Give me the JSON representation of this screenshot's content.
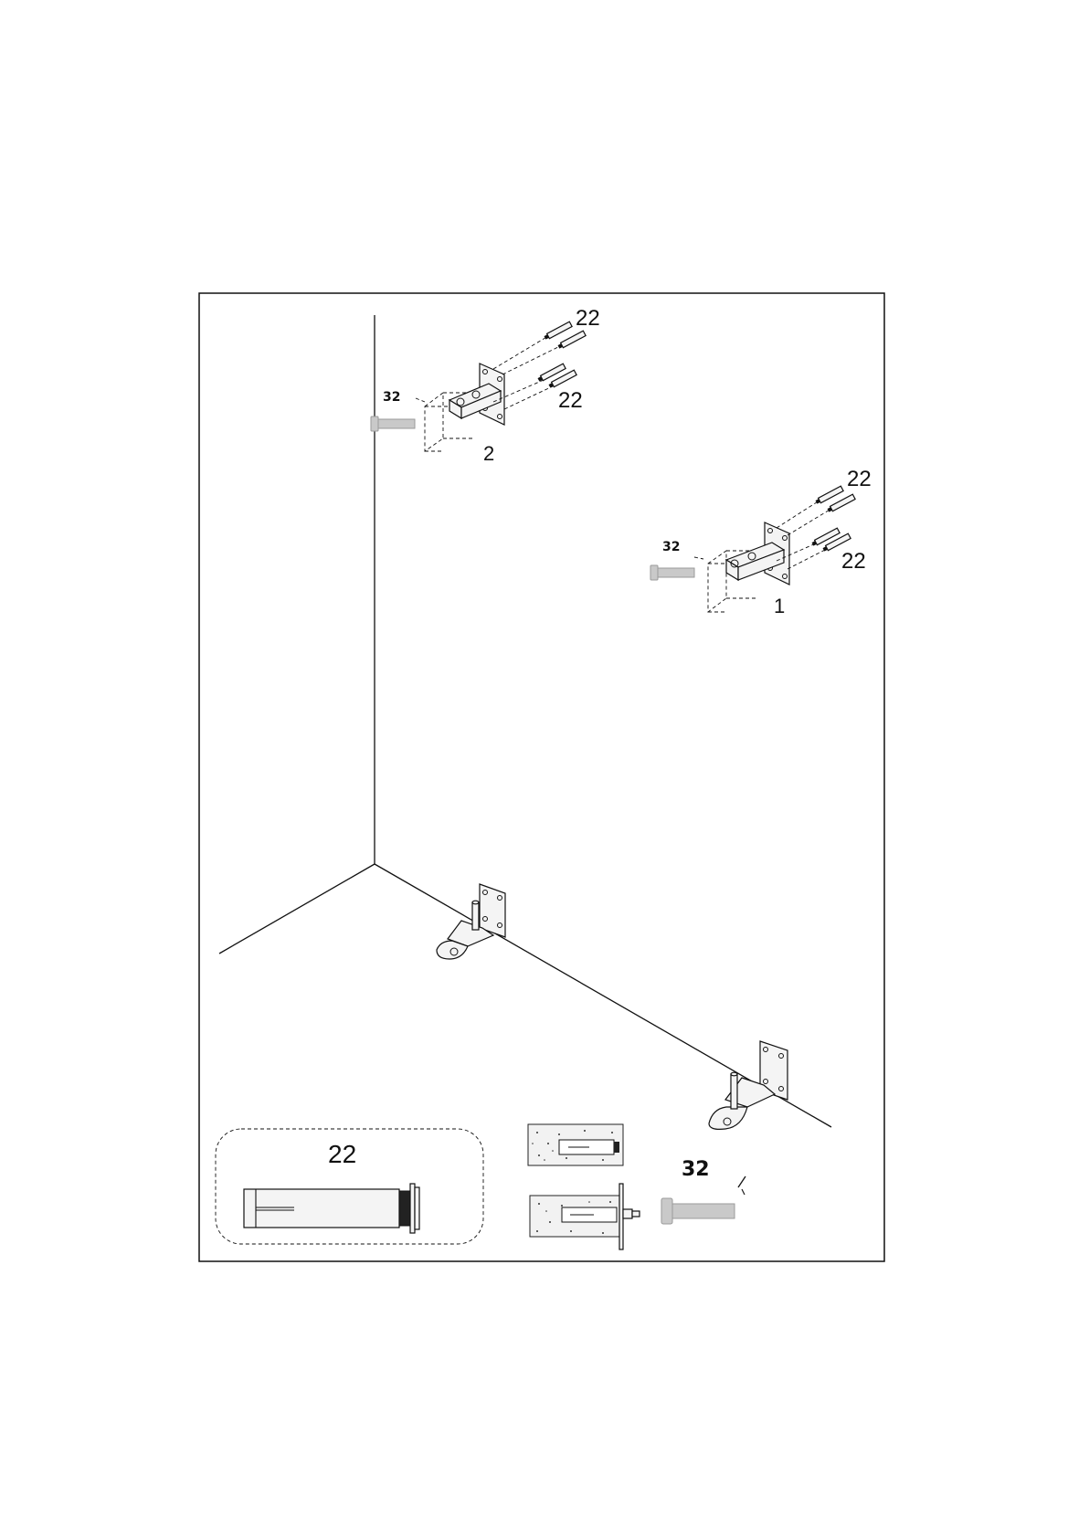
{
  "labels": {
    "anchor_part": "22",
    "bolt_part": "32",
    "bracket_left": "2",
    "bracket_right": "1"
  },
  "colors": {
    "line": "#111111",
    "bolt_fill": "#c9c9c9",
    "background": "#ffffff"
  }
}
